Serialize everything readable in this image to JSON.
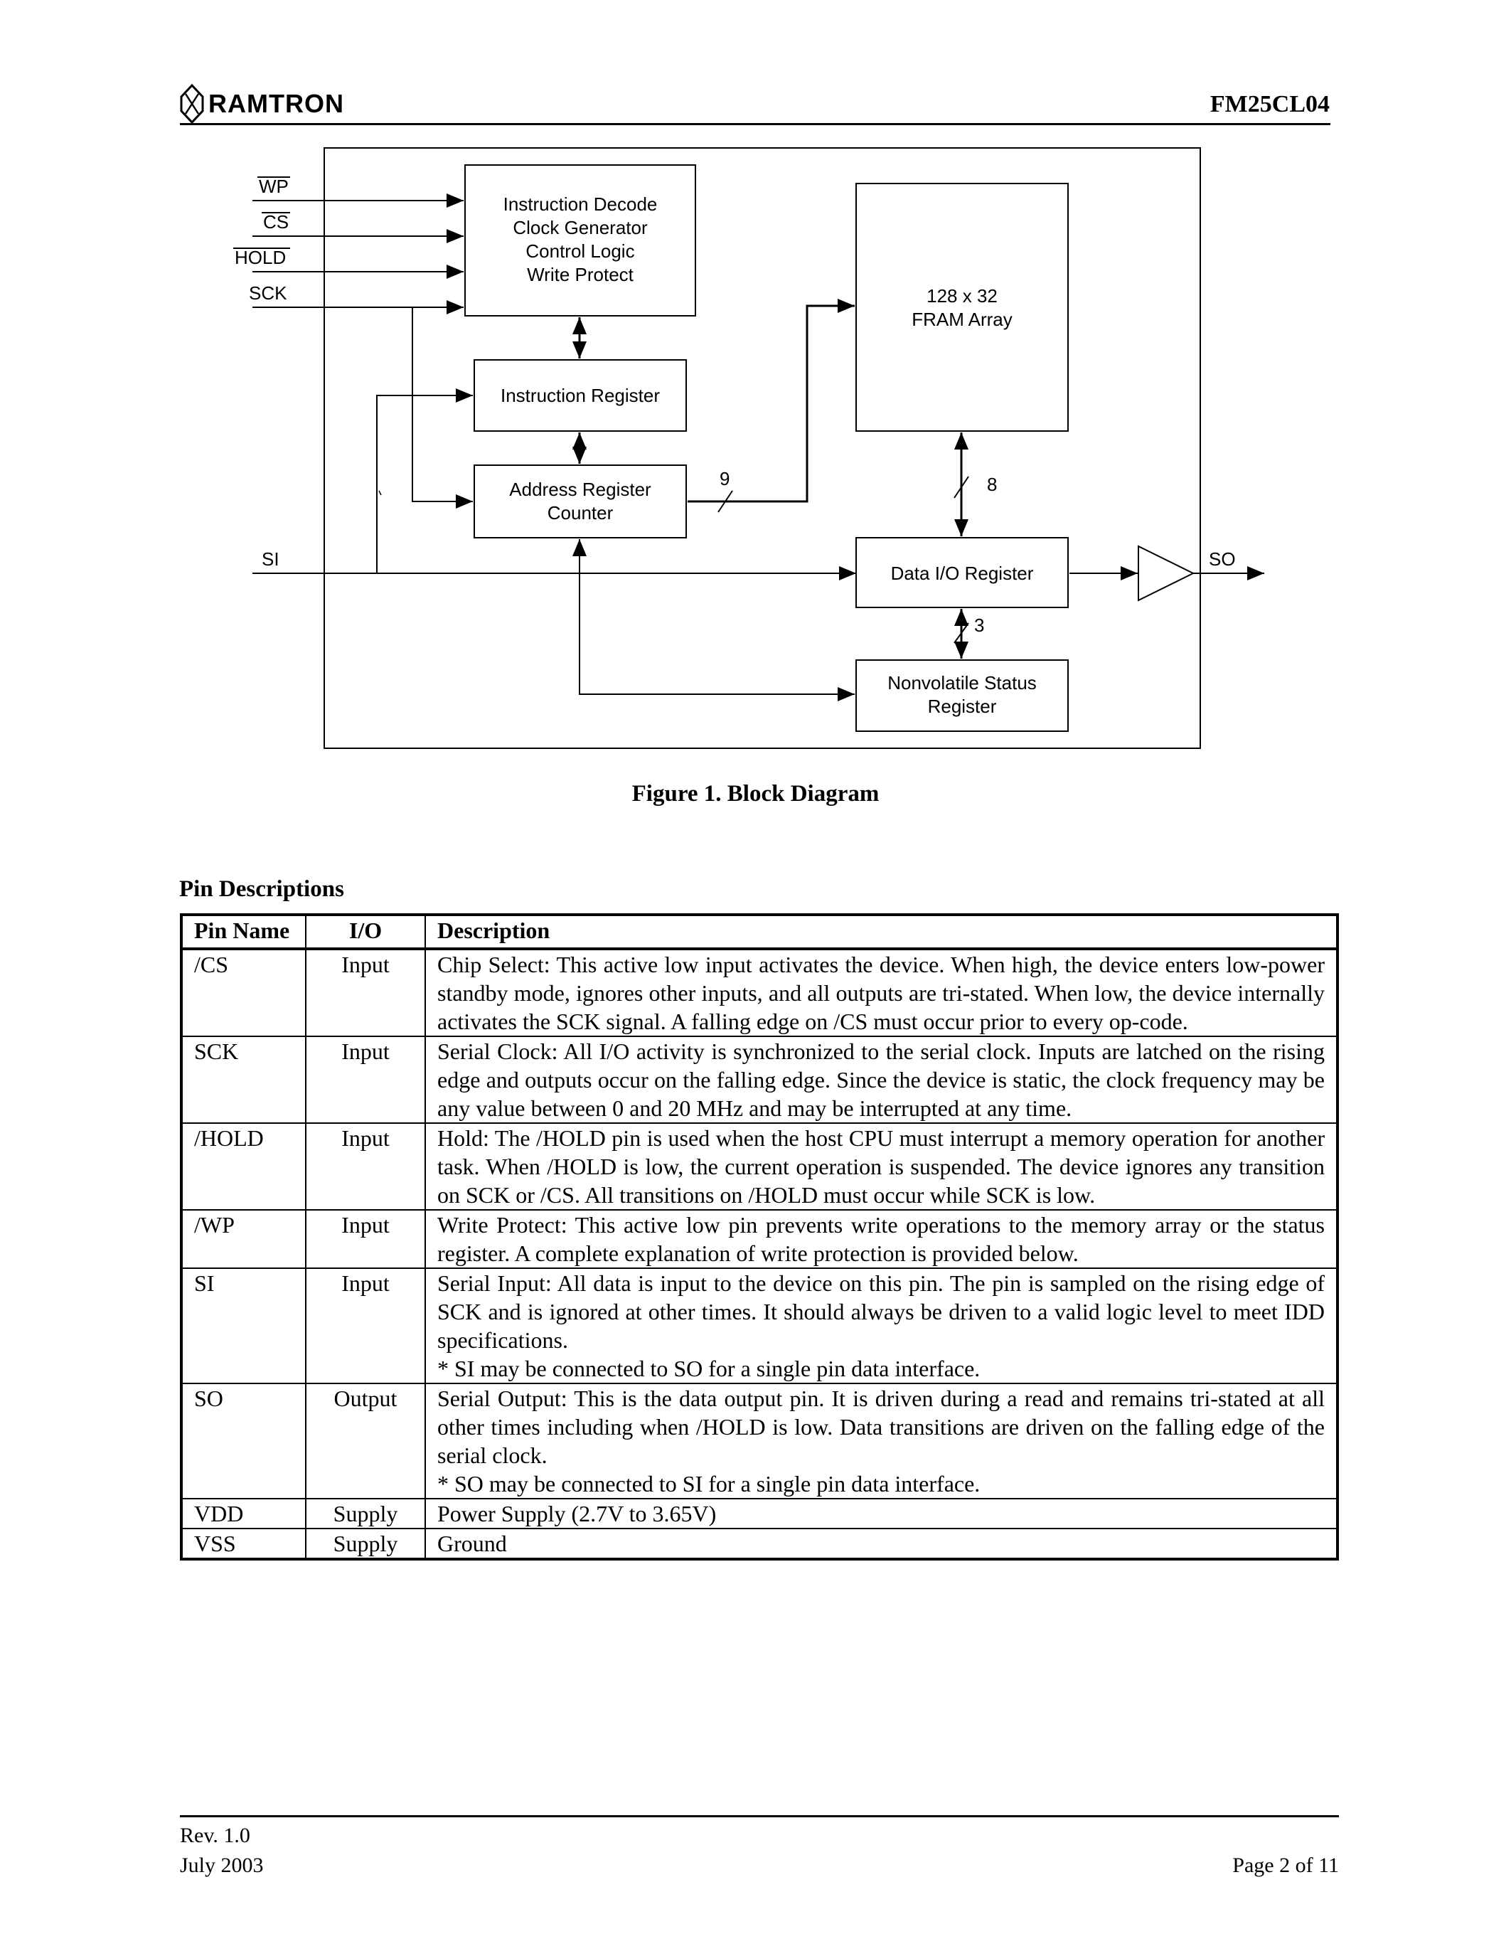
{
  "header": {
    "logo_text": "RAMTRON",
    "doc_id": "FM25CL04"
  },
  "diagram": {
    "inputs": [
      "WP",
      "CS",
      "HOLD",
      "SCK"
    ],
    "si_label": "SI",
    "so_label": "SO",
    "blocks": {
      "control": [
        "Instruction Decode",
        "Clock Generator",
        "Control Logic",
        "Write Protect"
      ],
      "instruction_register": "Instruction Register",
      "address_register": [
        "Address Register",
        "Counter"
      ],
      "fram_array": [
        "128 x 32",
        "FRAM Array"
      ],
      "data_io": "Data I/O Register",
      "status": [
        "Nonvolatile Status",
        "Register"
      ]
    },
    "bus_widths": [
      "9",
      "8",
      "3"
    ],
    "caption": "Figure 1.  Block Diagram"
  },
  "pins": {
    "section_title": "Pin Descriptions",
    "headers": [
      "Pin Name",
      "I/O",
      "Description"
    ],
    "rows": [
      {
        "name": "/CS",
        "io": "Input",
        "desc": "Chip Select:  This active low input activates the device. When high, the device enters low-power standby mode, ignores other inputs, and all outputs are tri-stated. When low, the device internally activates the SCK signal. A falling edge on /CS must occur prior to every op-code."
      },
      {
        "name": "SCK",
        "io": "Input",
        "desc": "Serial Clock: All I/O activity is synchronized to the serial clock. Inputs are latched on the rising edge and outputs occur on the falling edge. Since the device is static, the clock frequency may be any value between 0 and 20 MHz and may be interrupted at any time."
      },
      {
        "name": "/HOLD",
        "io": "Input",
        "desc": "Hold: The /HOLD pin is used when the host CPU must interrupt a memory operation for another task. When /HOLD is low, the current operation is suspended. The device ignores any transition on SCK or /CS. All transitions on /HOLD must occur while SCK is low."
      },
      {
        "name": "/WP",
        "io": "Input",
        "desc": "Write Protect:  This active low pin prevents write operations to the memory array or the status register. A complete explanation of write protection is provided below."
      },
      {
        "name": "SI",
        "io": "Input",
        "desc": "Serial Input:  All data is input to the device on this pin. The pin is sampled on the rising edge of SCK and is ignored at other times. It should always be driven to a valid logic level to meet IDD specifications.",
        "note": "* SI may be connected to SO for a single pin data interface."
      },
      {
        "name": "SO",
        "io": "Output",
        "desc": "Serial Output:  This is the data output pin. It is driven during a read and remains tri-stated at all other times including when /HOLD is low. Data transitions are driven on the falling edge of the serial clock.",
        "note": "* SO may be connected to SI for a single pin data interface."
      },
      {
        "name": "VDD",
        "io": "Supply",
        "desc": "Power Supply (2.7V to 3.65V)"
      },
      {
        "name": "VSS",
        "io": "Supply",
        "desc": "Ground"
      }
    ]
  },
  "footer": {
    "rev": "Rev. 1.0",
    "date": "July 2003",
    "page": "Page 2 of 11"
  }
}
